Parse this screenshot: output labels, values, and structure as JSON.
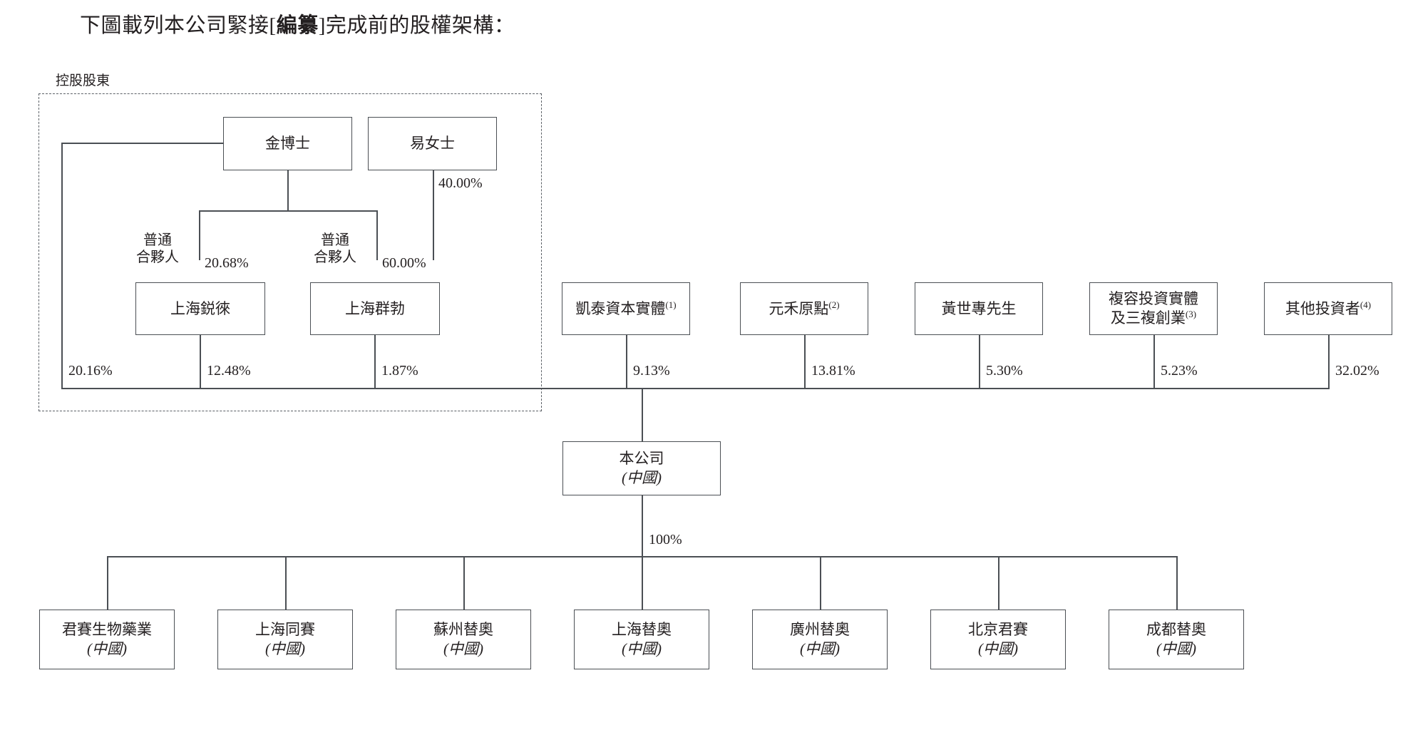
{
  "heading": {
    "before": "下圖載列本公司緊接",
    "bracket_open": "[",
    "emphasis": "編纂",
    "bracket_close": "]",
    "after": "完成前的股權架構："
  },
  "group": {
    "label": "控股股東"
  },
  "persons": {
    "dr_jin": "金博士",
    "ms_yi": "易女士"
  },
  "gp_labels": {
    "left": "普通\n合夥人",
    "left_line1": "普通",
    "left_line2": "合夥人",
    "right_line1": "普通",
    "right_line2": "合夥人"
  },
  "partnerships": [
    {
      "name": "上海鋭徠"
    },
    {
      "name": "上海群勃"
    }
  ],
  "investors": [
    {
      "name": "凱泰資本實體",
      "note": "(1)"
    },
    {
      "name": "元禾原點",
      "note": "(2)"
    },
    {
      "name": "黃世專先生",
      "note": ""
    },
    {
      "name_line1": "複容投資實體",
      "name_line2": "及三複創業",
      "note": "(3)"
    },
    {
      "name": "其他投資者",
      "note": "(4)"
    }
  ],
  "company": {
    "name": "本公司",
    "jurisdiction": "(中國)"
  },
  "subsidiaries": [
    {
      "name": "君賽生物藥業",
      "jurisdiction": "(中國)"
    },
    {
      "name": "上海同賽",
      "jurisdiction": "(中國)"
    },
    {
      "name": "蘇州替奧",
      "jurisdiction": "(中國)"
    },
    {
      "name": "上海替奧",
      "jurisdiction": "(中國)"
    },
    {
      "name": "廣州替奧",
      "jurisdiction": "(中國)"
    },
    {
      "name": "北京君賽",
      "jurisdiction": "(中國)"
    },
    {
      "name": "成都替奧",
      "jurisdiction": "(中國)"
    }
  ],
  "percentages": {
    "yi_to_qunbo": "40.00%",
    "jin_to_ruilai": "20.68%",
    "jin_to_qunbo": "60.00%",
    "jin_direct": "20.16%",
    "ruilai_to_company": "12.48%",
    "qunbo_to_company": "1.87%",
    "kaitai": "9.13%",
    "yuanhe": "13.81%",
    "huang": "5.30%",
    "furong": "5.23%",
    "others": "32.02%",
    "company_to_subs": "100%"
  },
  "colors": {
    "line": "#4b4f54",
    "dashed": "#5b6066",
    "text": "#231f20",
    "background": "#ffffff"
  }
}
